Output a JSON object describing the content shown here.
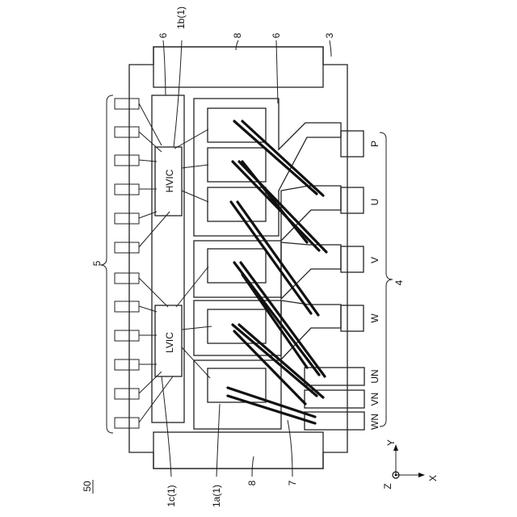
{
  "figure": {
    "ref_number": "50",
    "labels": {
      "l6a": "6",
      "l1b": "1b(1)",
      "l8top": "8",
      "l6b": "6",
      "l3": "3",
      "l5": "5",
      "l4": "4",
      "l1c": "1c(1)",
      "l1a": "1a(1)",
      "l8bot": "8",
      "l7": "7"
    },
    "chips": {
      "hvic": "HVIC",
      "lvic": "LVIC"
    },
    "terminals": {
      "p": "P",
      "u": "U",
      "v": "V",
      "w": "W",
      "un": "UN",
      "vn": "VN",
      "wn": "WN"
    },
    "axes": {
      "y": "Y",
      "z": "Z",
      "x": "X"
    }
  }
}
